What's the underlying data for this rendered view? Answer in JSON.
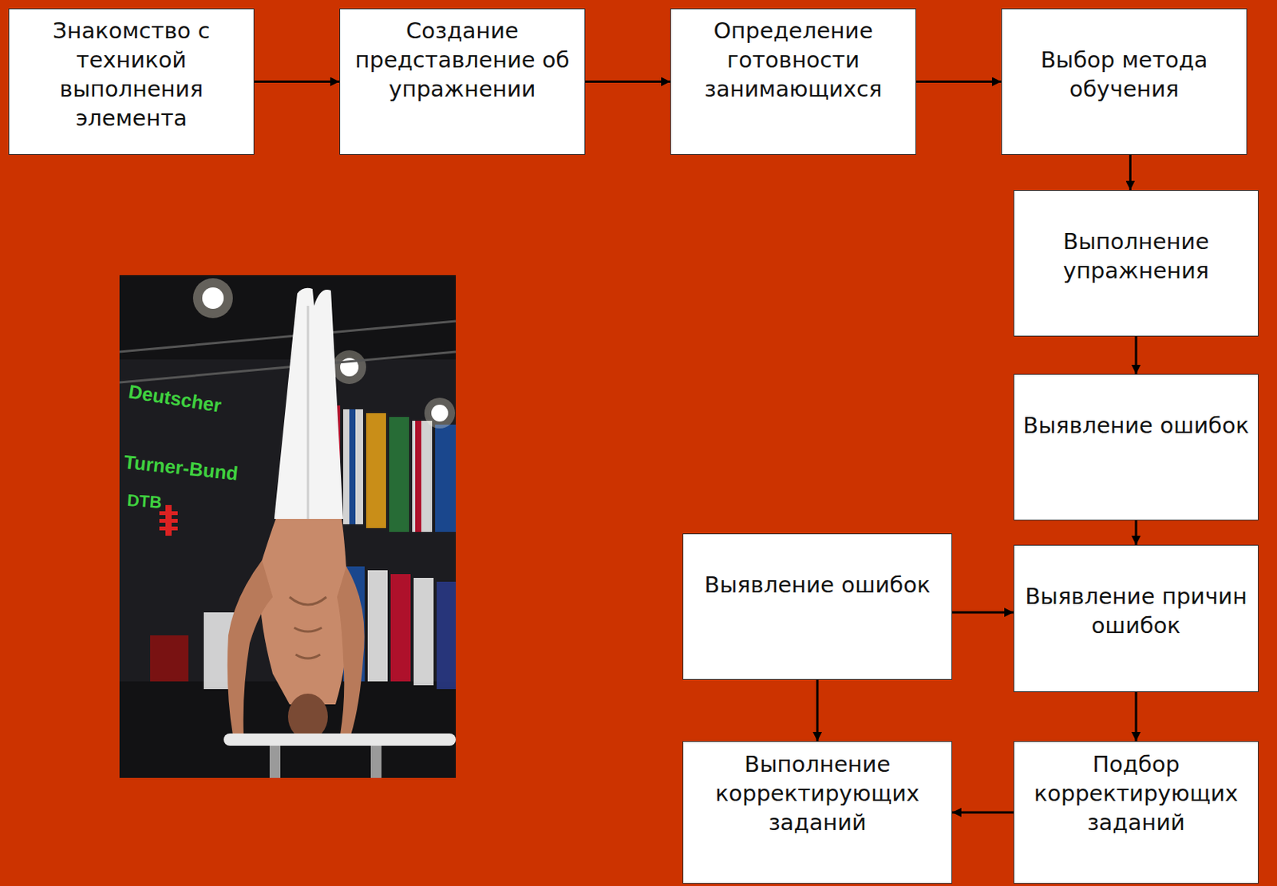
{
  "diagram": {
    "nodes": [
      {
        "text": [
          "Знакомство с техникой выполнения элемента"
        ]
      },
      {
        "text": [
          "Создание представление об упражнении"
        ]
      },
      {
        "text": [
          "Определение готовности занимающихся"
        ]
      },
      {
        "text": [
          "Выбор метода обучения"
        ]
      },
      {
        "text": [
          "Выполнение упражнения"
        ]
      },
      {
        "text": [
          "Выявление ошибок"
        ]
      },
      {
        "text": [
          "Выявление ошибок"
        ]
      },
      {
        "text": [
          "Выявление причин ошибок"
        ]
      },
      {
        "text": [
          "Выполнение корректирующих заданий"
        ]
      },
      {
        "text": [
          "Подбор корректирующих заданий"
        ]
      }
    ],
    "edges": [
      {
        "from": 0,
        "to": 1,
        "arrow": "to"
      },
      {
        "from": 1,
        "to": 2,
        "arrow": "to"
      },
      {
        "from": 2,
        "to": 3,
        "arrow": "to"
      },
      {
        "from": 3,
        "to": 4,
        "arrow": "to"
      },
      {
        "from": 4,
        "to": 5,
        "arrow": "to"
      },
      {
        "from": 5,
        "to": 7,
        "arrow": "to"
      },
      {
        "from": 6,
        "to": 7,
        "arrow": "to"
      },
      {
        "from": 6,
        "to": 8,
        "arrow": "to"
      },
      {
        "from": 7,
        "to": 9,
        "arrow": "to"
      },
      {
        "from": 9,
        "to": 8,
        "arrow": "to"
      }
    ],
    "labels": [
      "Deutscher",
      "Turner-Bund",
      "DTB"
    ]
  }
}
